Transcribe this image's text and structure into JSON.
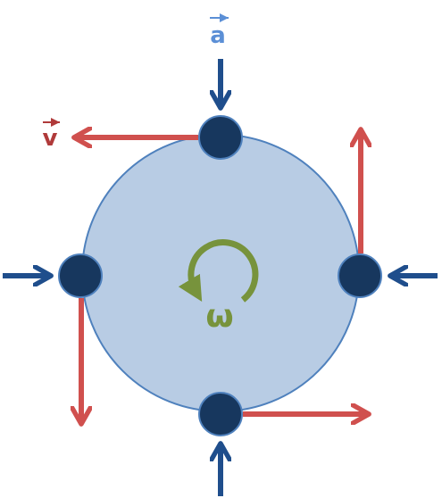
{
  "labels": {
    "acceleration": "a",
    "velocity": "v",
    "angular_velocity": "ω"
  },
  "colors": {
    "disk_fill": "#b8cce4",
    "disk_stroke": "#4f81bd",
    "point_fill": "#17375e",
    "acceleration_arrow": "#1f4e8c",
    "acceleration_label": "#5b8fd6",
    "velocity_arrow": "#d0504e",
    "velocity_label": "#b03a3a",
    "omega": "#77933c"
  },
  "icons": {
    "rotation": "counterclockwise-rotation-icon",
    "vector_arrow_above_label": "vector-arrow"
  }
}
